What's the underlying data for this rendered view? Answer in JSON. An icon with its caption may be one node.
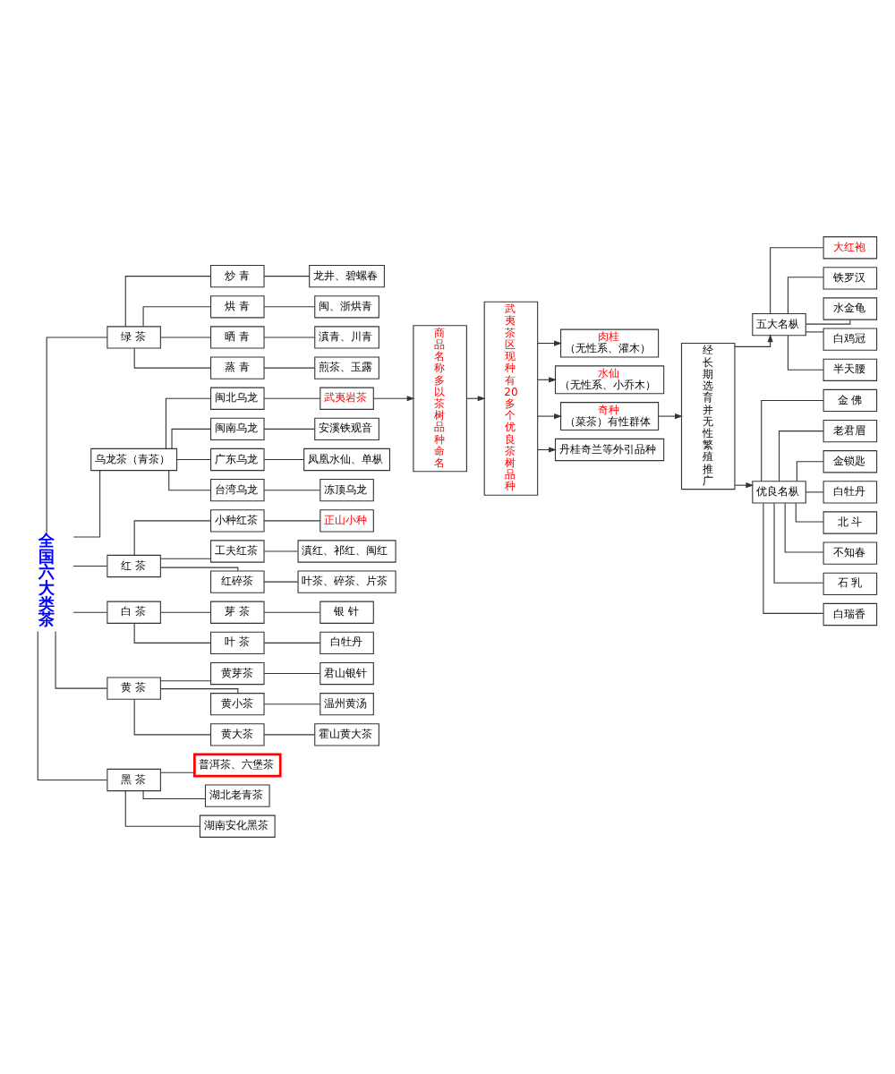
{
  "diagram": {
    "nodes": [
      {
        "text": [
          "全国六大类茶"
        ]
      },
      {
        "text": [
          "绿 茶"
        ]
      },
      {
        "text": [
          "炒 青"
        ]
      },
      {
        "text": [
          "龙井、碧螺春"
        ]
      },
      {
        "text": [
          "烘 青"
        ]
      },
      {
        "text": [
          "闽、浙烘青"
        ]
      },
      {
        "text": [
          "晒 青"
        ]
      },
      {
        "text": [
          "滇青、川青"
        ]
      },
      {
        "text": [
          "蒸 青"
        ]
      },
      {
        "text": [
          "煎茶、玉露"
        ]
      },
      {
        "text": [
          "乌龙茶（青茶）"
        ]
      },
      {
        "text": [
          "闽北乌龙"
        ]
      },
      {
        "text": [
          "武夷岩茶"
        ]
      },
      {
        "text": [
          "闽南乌龙"
        ]
      },
      {
        "text": [
          "安溪铁观音"
        ]
      },
      {
        "text": [
          "广东乌龙"
        ]
      },
      {
        "text": [
          "凤凰水仙、单枞"
        ]
      },
      {
        "text": [
          "台湾乌龙"
        ]
      },
      {
        "text": [
          "冻顶乌龙"
        ]
      },
      {
        "text": [
          "红 茶"
        ]
      },
      {
        "text": [
          "小种红茶"
        ]
      },
      {
        "text": [
          "正山小种"
        ]
      },
      {
        "text": [
          "工夫红茶"
        ]
      },
      {
        "text": [
          "滇红、祁红、闽红"
        ]
      },
      {
        "text": [
          "红碎茶"
        ]
      },
      {
        "text": [
          "叶茶、碎茶、片茶"
        ]
      },
      {
        "text": [
          "白 茶"
        ]
      },
      {
        "text": [
          "芽 茶"
        ]
      },
      {
        "text": [
          "银 针"
        ]
      },
      {
        "text": [
          "叶 茶"
        ]
      },
      {
        "text": [
          "白牡丹"
        ]
      },
      {
        "text": [
          "黄 茶"
        ]
      },
      {
        "text": [
          "黄芽茶"
        ]
      },
      {
        "text": [
          "君山银针"
        ]
      },
      {
        "text": [
          "黄小茶"
        ]
      },
      {
        "text": [
          "温州黄汤"
        ]
      },
      {
        "text": [
          "黄大茶"
        ]
      },
      {
        "text": [
          "霍山黄大茶"
        ]
      },
      {
        "text": [
          "黑 茶"
        ]
      },
      {
        "text": [
          "普洱茶、六堡茶"
        ]
      },
      {
        "text": [
          "湖北老青茶"
        ]
      },
      {
        "text": [
          "湖南安化黑茶"
        ]
      },
      {
        "text": [
          "商品名称多以茶树品种命名"
        ]
      },
      {
        "text": [
          "武夷茶区现种有20多个优良茶树品种"
        ]
      },
      {
        "text": [
          "肉桂",
          "（无性系、灌木）"
        ]
      },
      {
        "text": [
          "水仙",
          "（无性系、小乔木）"
        ]
      },
      {
        "text": [
          "奇种",
          "（菜茶）有性群体"
        ]
      },
      {
        "text": [
          "丹桂奇兰等外引品种"
        ]
      },
      {
        "text": [
          "经长期选育并无性繁殖推广"
        ]
      },
      {
        "text": [
          "五大名枞"
        ]
      },
      {
        "text": [
          "大红袍"
        ]
      },
      {
        "text": [
          "铁罗汉"
        ]
      },
      {
        "text": [
          "水金龟"
        ]
      },
      {
        "text": [
          "白鸡冠"
        ]
      },
      {
        "text": [
          "半天腰"
        ]
      },
      {
        "text": [
          "优良名枞"
        ]
      },
      {
        "text": [
          "金 佛"
        ]
      },
      {
        "text": [
          "老君眉"
        ]
      },
      {
        "text": [
          "金锁匙"
        ]
      },
      {
        "text": [
          "白牡丹"
        ]
      },
      {
        "text": [
          "北 斗"
        ]
      },
      {
        "text": [
          "不知春"
        ]
      },
      {
        "text": [
          "石 乳"
        ]
      },
      {
        "text": [
          "白瑞香"
        ]
      }
    ],
    "edges": [
      {
        "from": 0,
        "to": 1,
        "arrow": "none"
      },
      {
        "from": 1,
        "to": 2,
        "arrow": "none"
      },
      {
        "from": 2,
        "to": 3,
        "arrow": "none"
      },
      {
        "from": 1,
        "to": 4,
        "arrow": "none"
      },
      {
        "from": 4,
        "to": 5,
        "arrow": "none"
      },
      {
        "from": 1,
        "to": 6,
        "arrow": "none"
      },
      {
        "from": 6,
        "to": 7,
        "arrow": "none"
      },
      {
        "from": 1,
        "to": 8,
        "arrow": "none"
      },
      {
        "from": 8,
        "to": 9,
        "arrow": "none"
      },
      {
        "from": 0,
        "to": 10,
        "arrow": "none"
      },
      {
        "from": 10,
        "to": 11,
        "arrow": "none"
      },
      {
        "from": 11,
        "to": 12,
        "arrow": "none"
      },
      {
        "from": 10,
        "to": 13,
        "arrow": "none"
      },
      {
        "from": 13,
        "to": 14,
        "arrow": "none"
      },
      {
        "from": 10,
        "to": 15,
        "arrow": "none"
      },
      {
        "from": 15,
        "to": 16,
        "arrow": "none"
      },
      {
        "from": 10,
        "to": 17,
        "arrow": "none"
      },
      {
        "from": 17,
        "to": 18,
        "arrow": "none"
      },
      {
        "from": 0,
        "to": 19,
        "arrow": "none"
      },
      {
        "from": 19,
        "to": 20,
        "arrow": "none"
      },
      {
        "from": 20,
        "to": 21,
        "arrow": "none"
      },
      {
        "from": 19,
        "to": 22,
        "arrow": "none"
      },
      {
        "from": 22,
        "to": 23,
        "arrow": "none"
      },
      {
        "from": 19,
        "to": 24,
        "arrow": "none"
      },
      {
        "from": 24,
        "to": 25,
        "arrow": "none"
      },
      {
        "from": 0,
        "to": 26,
        "arrow": "none"
      },
      {
        "from": 26,
        "to": 27,
        "arrow": "none"
      },
      {
        "from": 27,
        "to": 28,
        "arrow": "none"
      },
      {
        "from": 26,
        "to": 29,
        "arrow": "none"
      },
      {
        "from": 29,
        "to": 30,
        "arrow": "none"
      },
      {
        "from": 0,
        "to": 31,
        "arrow": "none"
      },
      {
        "from": 31,
        "to": 32,
        "arrow": "none"
      },
      {
        "from": 32,
        "to": 33,
        "arrow": "none"
      },
      {
        "from": 31,
        "to": 34,
        "arrow": "none"
      },
      {
        "from": 34,
        "to": 35,
        "arrow": "none"
      },
      {
        "from": 31,
        "to": 36,
        "arrow": "none"
      },
      {
        "from": 36,
        "to": 37,
        "arrow": "none"
      },
      {
        "from": 0,
        "to": 38,
        "arrow": "none"
      },
      {
        "from": 38,
        "to": 39,
        "arrow": "none"
      },
      {
        "from": 38,
        "to": 40,
        "arrow": "none"
      },
      {
        "from": 38,
        "to": 41,
        "arrow": "none"
      },
      {
        "from": 12,
        "to": 42,
        "arrow": "to"
      },
      {
        "from": 42,
        "to": 43,
        "arrow": "to"
      },
      {
        "from": 43,
        "to": 44,
        "arrow": "to"
      },
      {
        "from": 43,
        "to": 45,
        "arrow": "to"
      },
      {
        "from": 43,
        "to": 46,
        "arrow": "to"
      },
      {
        "from": 43,
        "to": 47,
        "arrow": "to"
      },
      {
        "from": 46,
        "to": 48,
        "arrow": "to"
      },
      {
        "from": 48,
        "to": 49,
        "arrow": "to"
      },
      {
        "from": 48,
        "to": 55,
        "arrow": "to"
      },
      {
        "from": 49,
        "to": 50,
        "arrow": "none"
      },
      {
        "from": 49,
        "to": 51,
        "arrow": "none"
      },
      {
        "from": 49,
        "to": 52,
        "arrow": "none"
      },
      {
        "from": 49,
        "to": 53,
        "arrow": "none"
      },
      {
        "from": 49,
        "to": 54,
        "arrow": "none"
      },
      {
        "from": 55,
        "to": 56,
        "arrow": "none"
      },
      {
        "from": 55,
        "to": 57,
        "arrow": "none"
      },
      {
        "from": 55,
        "to": 58,
        "arrow": "none"
      },
      {
        "from": 55,
        "to": 59,
        "arrow": "none"
      },
      {
        "from": 55,
        "to": 60,
        "arrow": "none"
      },
      {
        "from": 55,
        "to": 61,
        "arrow": "none"
      },
      {
        "from": 55,
        "to": 62,
        "arrow": "none"
      },
      {
        "from": 55,
        "to": 63,
        "arrow": "none"
      }
    ]
  }
}
